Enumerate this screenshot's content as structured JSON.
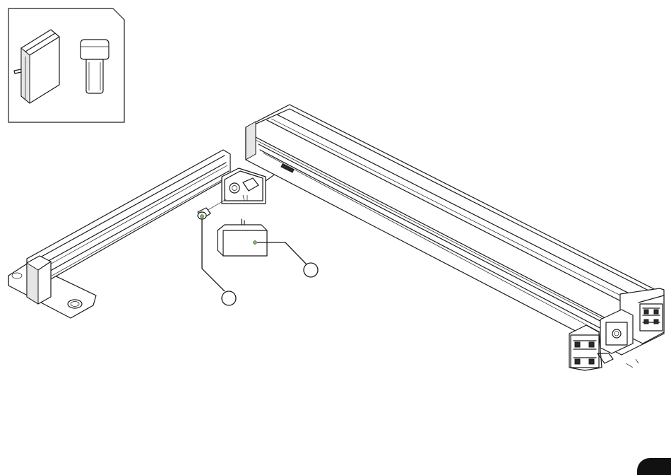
{
  "diagram": {
    "colors": {
      "line": "#1a1a1a",
      "highlight_dot": "#7ac943",
      "page_tab": "#111111"
    },
    "inset_parts": [
      "end-cap-part",
      "cap-screw-part"
    ],
    "callouts": [
      {
        "id": "callout-screw",
        "label": ""
      },
      {
        "id": "callout-end-cap",
        "label": ""
      }
    ]
  }
}
